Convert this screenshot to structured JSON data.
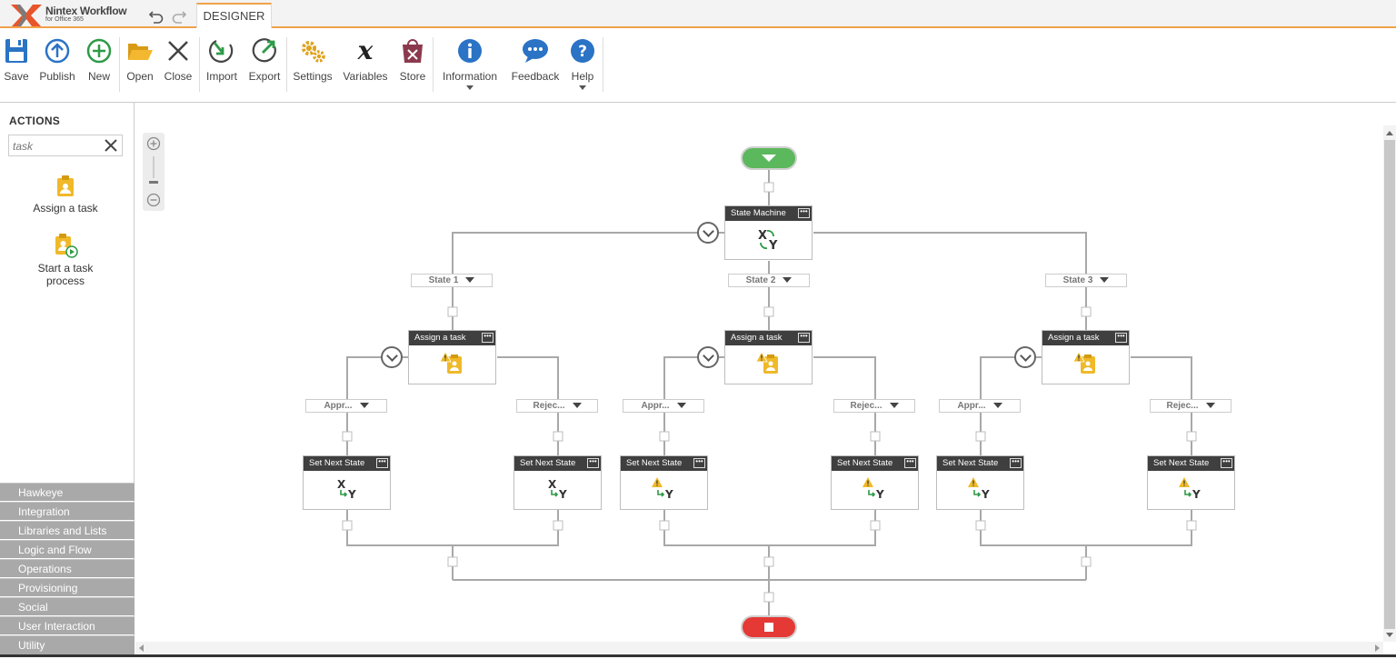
{
  "app": {
    "logo_title": "Nintex Workflow",
    "logo_subtitle": "for Office 365",
    "tab": "DESIGNER"
  },
  "ribbon": {
    "save": "Save",
    "publish": "Publish",
    "new": "New",
    "open": "Open",
    "close": "Close",
    "import": "Import",
    "export": "Export",
    "settings": "Settings",
    "variables": "Variables",
    "store": "Store",
    "information": "Information",
    "feedback": "Feedback",
    "help": "Help"
  },
  "actions": {
    "title": "ACTIONS",
    "search_value": "task",
    "items": [
      "Assign a task",
      "Start a task process"
    ]
  },
  "categories": [
    "Hawkeye",
    "Integration",
    "Libraries and Lists",
    "Logic and Flow",
    "Operations",
    "Provisioning",
    "Social",
    "User Interaction",
    "Utility"
  ],
  "workflow": {
    "state_machine": "State Machine",
    "states": [
      "State 1",
      "State 2",
      "State 3"
    ],
    "assign_task": "Assign a task",
    "approve": "Appr...",
    "reject": "Rejec...",
    "set_next_state": "Set Next State",
    "more": "•••"
  },
  "colors": {
    "accent": "#f0a24a",
    "start": "#5cb85c",
    "stop": "#e53935",
    "warning": "#f0b92a",
    "header": "#3f3f3f"
  }
}
